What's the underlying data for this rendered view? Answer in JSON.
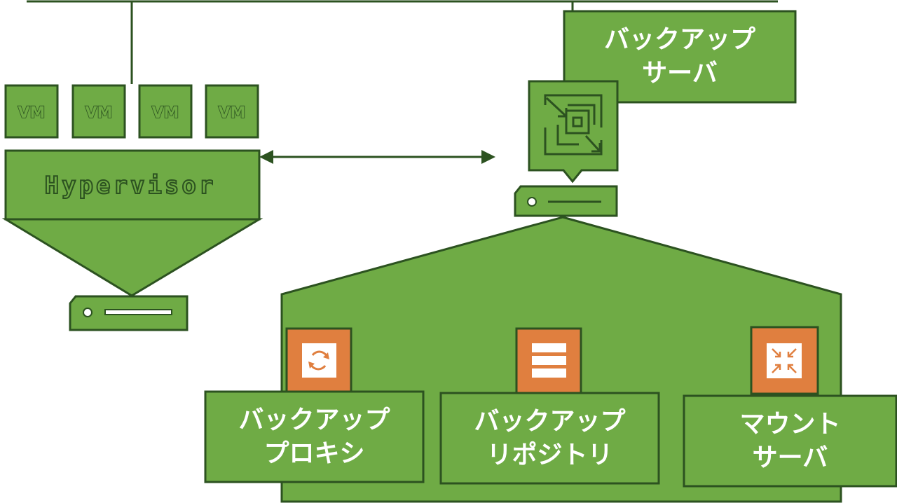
{
  "vm_label": "VM",
  "hypervisor_label": "Hypervisor",
  "backup_server": {
    "line1": "バックアップ",
    "line2": "サーバ"
  },
  "backup_proxy": {
    "line1": "バックアップ",
    "line2": "プロキシ"
  },
  "backup_repository": {
    "line1": "バックアップ",
    "line2": "リポジトリ"
  },
  "mount_server": {
    "line1": "マウント",
    "line2": "サーバ"
  },
  "icons": [
    "veeam-backup-icon",
    "sync-icon",
    "storage-stack-icon",
    "mount-arrows-icon",
    "server-icon"
  ],
  "colors": {
    "green": "#6fab45",
    "dark_green": "#2c5220",
    "orange": "#e07f3f",
    "white": "#ffffff"
  }
}
